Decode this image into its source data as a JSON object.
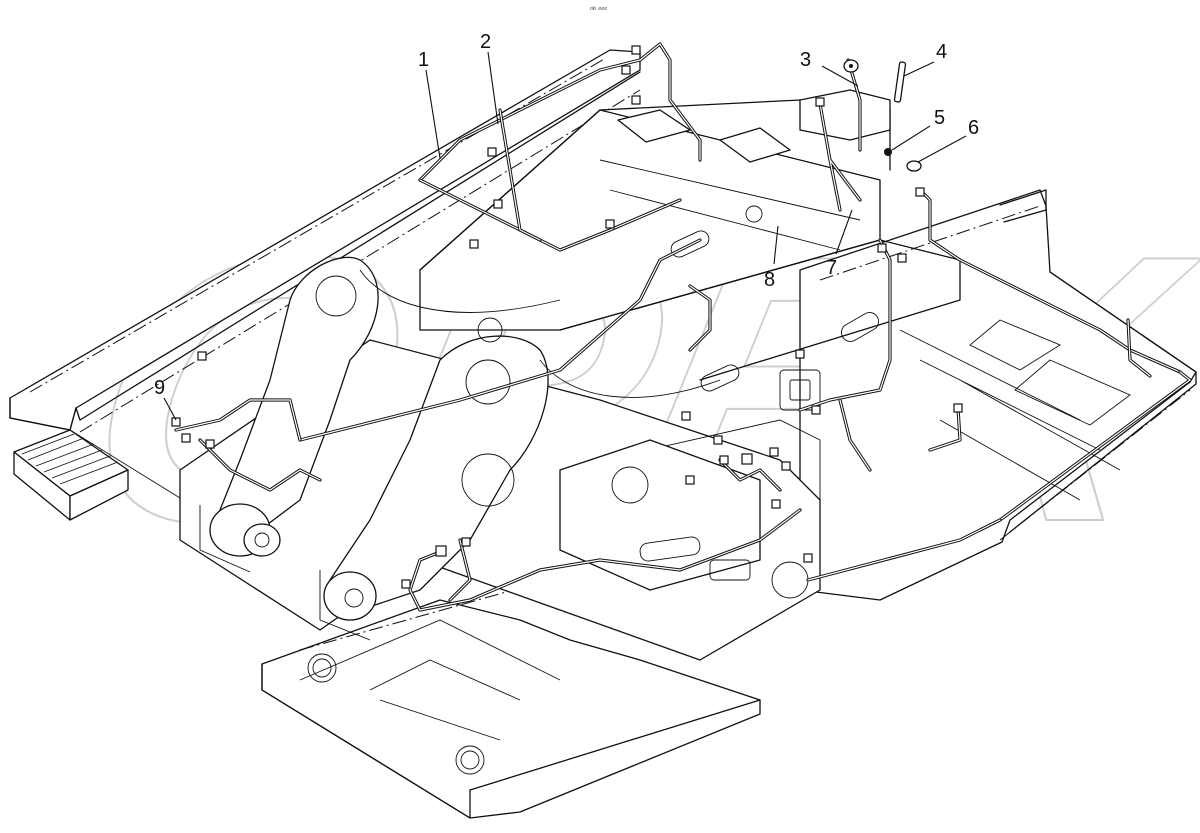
{
  "header": {
    "top_mark": "ᵒᵇ ᵉᵉᵉ"
  },
  "watermark": {
    "text": "OPEX"
  },
  "callouts": [
    {
      "label": "1"
    },
    {
      "label": "2"
    },
    {
      "label": "3"
    },
    {
      "label": "4"
    },
    {
      "label": "5"
    },
    {
      "label": "6"
    },
    {
      "label": "7"
    },
    {
      "label": "8"
    },
    {
      "label": "9"
    }
  ]
}
